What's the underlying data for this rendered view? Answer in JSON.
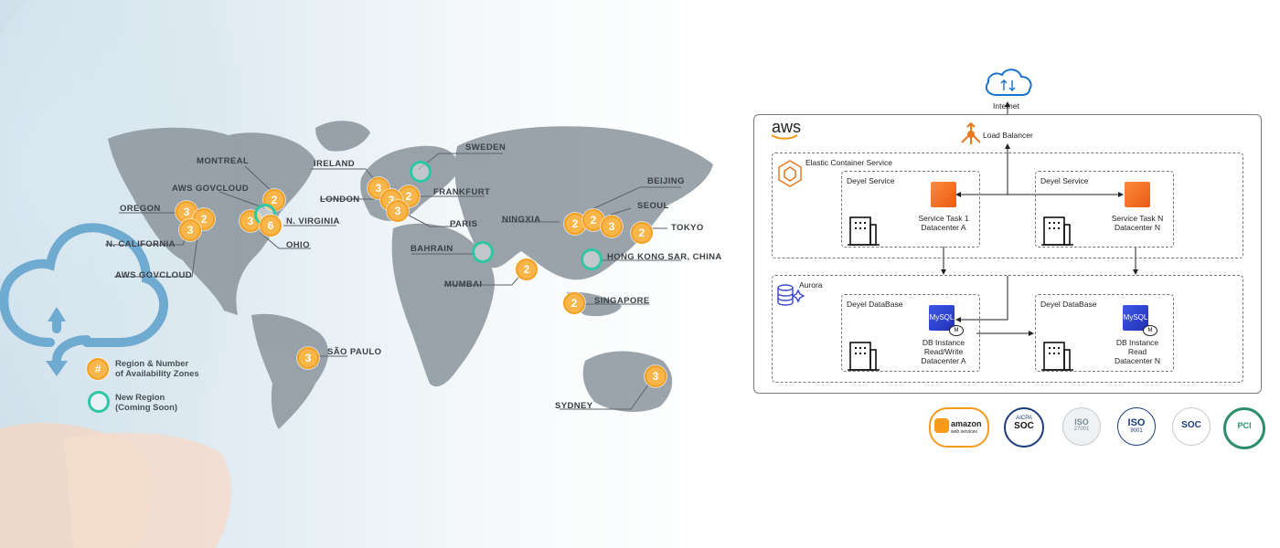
{
  "map": {
    "cities": [
      {
        "id": "montreal",
        "label": "MONTREAL"
      },
      {
        "id": "aws-govcloud-1",
        "label": "AWS GOVCLOUD"
      },
      {
        "id": "oregon",
        "label": "OREGON"
      },
      {
        "id": "n-california",
        "label": "N. CALIFORNIA"
      },
      {
        "id": "aws-govcloud-2",
        "label": "AWS GOVCLOUD"
      },
      {
        "id": "n-virginia",
        "label": "N. VIRGINIA"
      },
      {
        "id": "ohio",
        "label": "OHIO"
      },
      {
        "id": "ireland",
        "label": "IRELAND"
      },
      {
        "id": "london",
        "label": "LONDON"
      },
      {
        "id": "frankfurt",
        "label": "FRANKFURT"
      },
      {
        "id": "paris",
        "label": "PARIS"
      },
      {
        "id": "sweden",
        "label": "SWEDEN"
      },
      {
        "id": "bahrain",
        "label": "BAHRAIN"
      },
      {
        "id": "mumbai",
        "label": "MUMBAI"
      },
      {
        "id": "ningxia",
        "label": "NINGXIA"
      },
      {
        "id": "beijing",
        "label": "BEIJING"
      },
      {
        "id": "seoul",
        "label": "SEOUL"
      },
      {
        "id": "tokyo",
        "label": "TOKYO"
      },
      {
        "id": "hong-kong",
        "label": "HONG KONG SAR, CHINA"
      },
      {
        "id": "singapore",
        "label": "SINGAPORE"
      },
      {
        "id": "sao-paulo",
        "label": "SÃO PAULO"
      },
      {
        "id": "sydney",
        "label": "SYDNEY"
      }
    ],
    "regions": [
      "2",
      "3",
      "2",
      "3",
      "3",
      "6",
      "3",
      "2",
      "3",
      "3",
      "2",
      "2",
      "2",
      "3",
      "2",
      "2",
      "3",
      "3"
    ],
    "legend": {
      "region_marker": "#",
      "region_text_1": "Region & Number",
      "region_text_2": "of Availability Zones",
      "new_text_1": "New Region",
      "new_text_2": "(Coming Soon)"
    },
    "colors": {
      "region": "#f4a021",
      "new_region": "#2ec7a6"
    }
  },
  "diagram": {
    "internet": "Internet",
    "aws_logo": "aws",
    "load_balancer": "Load Balancer",
    "ecs": "Elastic Container Service",
    "aurora": "Aurora",
    "service_a": {
      "title": "Deyel Service",
      "line1": "Service Task 1",
      "line2": "Datacenter A"
    },
    "service_n": {
      "title": "Deyel Service",
      "line1": "Service Task N",
      "line2": "Datacenter N"
    },
    "db_a": {
      "title": "Deyel DataBase",
      "line1": "DB Instance",
      "line2": "Read/Write",
      "line3": "Datacenter A"
    },
    "db_n": {
      "title": "Deyel DataBase",
      "line1": "DB Instance",
      "line2": "Read",
      "line3": "Datacenter N"
    },
    "mysql": "MySQL",
    "db_marker": "M"
  },
  "badges": {
    "amazon": "amazon",
    "amazon_sub": "web services",
    "aicpa_top": "AICPA",
    "aicpa_main": "SOC",
    "iso27001": "27001",
    "iso_main": "ISO",
    "iso9001": "9001",
    "soc2": "SOC",
    "pci": "PCI"
  }
}
